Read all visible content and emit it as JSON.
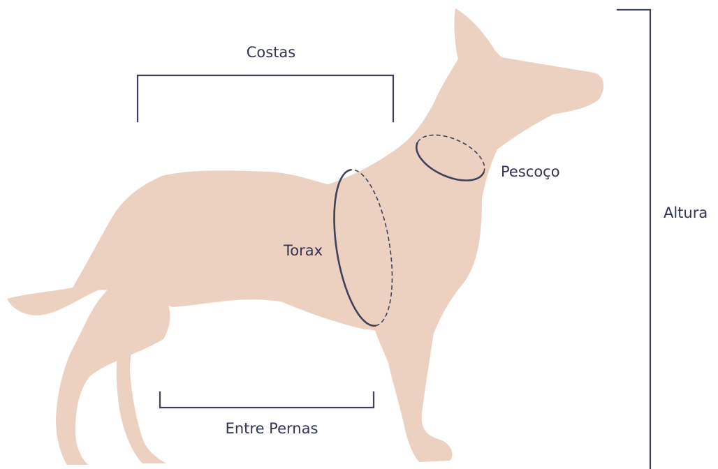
{
  "labels": {
    "back": "Costas",
    "neck": "Pescoço",
    "height": "Altura",
    "chest": "Torax",
    "between_legs": "Entre Pernas"
  },
  "colors": {
    "silhouette": "#ecd0c0",
    "lines": "#3d4259",
    "text": "#2f3552",
    "background": "#ffffff"
  }
}
